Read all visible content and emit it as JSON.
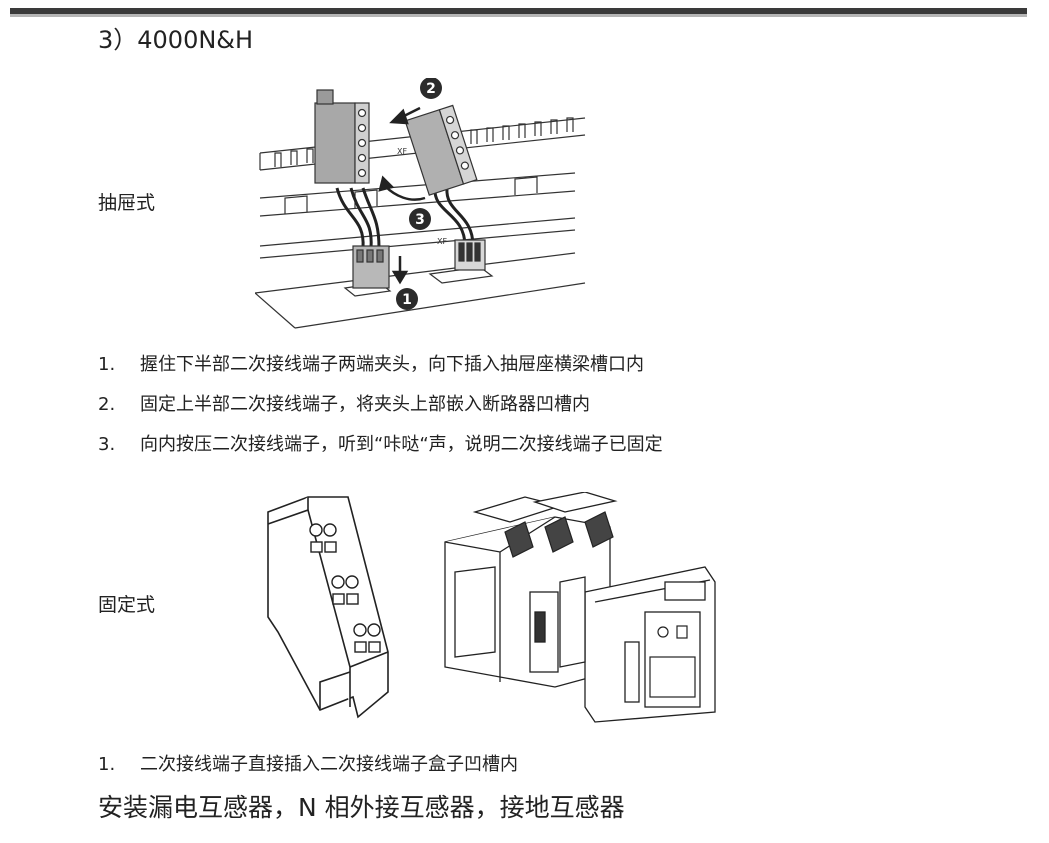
{
  "section_title": "3）4000N&H",
  "drawout": {
    "label": "抽屉式",
    "callouts": [
      "1",
      "2",
      "3"
    ],
    "marks": [
      "XF",
      "XF"
    ],
    "steps": [
      {
        "num": "1.",
        "text": "握住下半部二次接线端子两端夹头，向下插入抽屉座横梁槽口内"
      },
      {
        "num": "2.",
        "text": "固定上半部二次接线端子，将夹头上部嵌入断路器凹槽内"
      },
      {
        "num": "3.",
        "text": "向内按压二次接线端子，听到“咔哒“声，说明二次接线端子已固定"
      }
    ]
  },
  "fixed": {
    "label": "固定式",
    "steps": [
      {
        "num": "1.",
        "text": "二次接线端子直接插入二次接线端子盒子凹槽内"
      }
    ]
  },
  "bottom_heading": "安装漏电互感器，N 相外接互感器，接地互感器"
}
